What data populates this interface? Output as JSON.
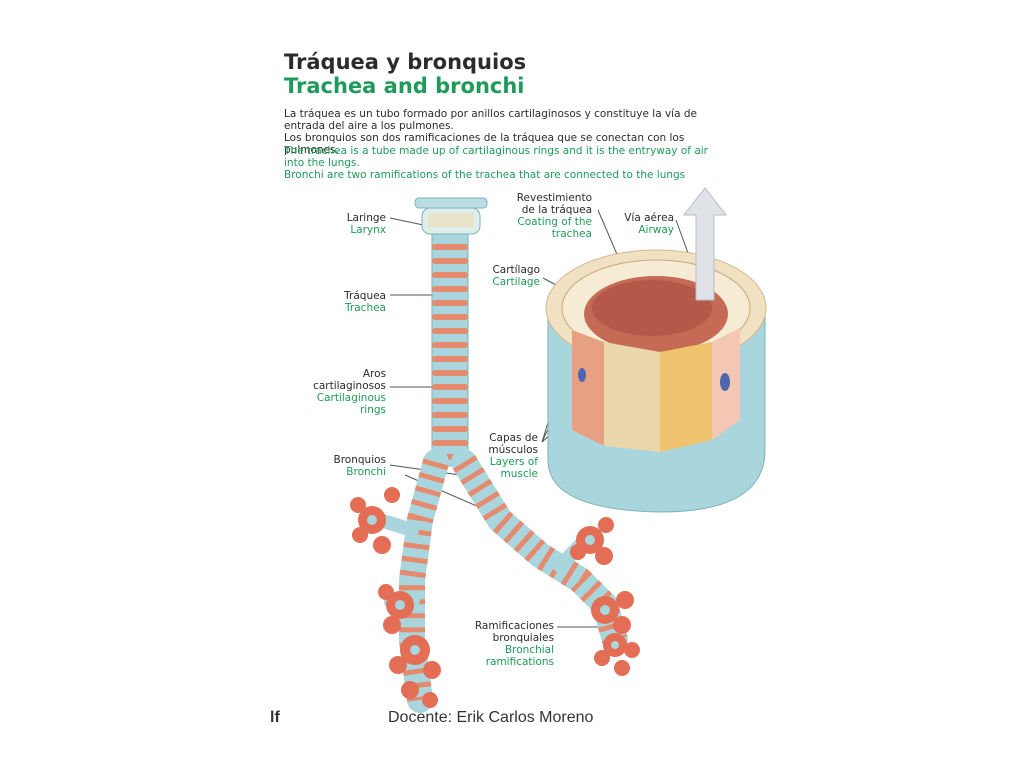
{
  "title_es": "Tráquea y bronquios",
  "title_en": "Trachea and bronchi",
  "intro": {
    "es_1": "La tráquea es un tubo formado por anillos cartilaginosos y constituye la vía de entrada del aire a los pulmones.",
    "es_2": "Los bronquios son dos ramificaciones de la tráquea que se conectan con los pulmones.",
    "en_1": "The trachea is a tube made up of cartilaginous rings and it is the entryway of air into the lungs.",
    "en_2": "Bronchi are two ramifications of the trachea that are connected to the lungs"
  },
  "labels": {
    "larynx": {
      "es": "Laringe",
      "en": "Larynx"
    },
    "trachea": {
      "es": "Tráquea",
      "en": "Trachea"
    },
    "rings": {
      "es_1": "Aros",
      "es_2": "cartilaginosos",
      "en_1": "Cartilaginous",
      "en_2": "rings"
    },
    "bronchi": {
      "es": "Bronquios",
      "en": "Bronchi"
    },
    "ramifications": {
      "es_1": "Ramificaciones",
      "es_2": "bronquiales",
      "en_1": "Bronchial",
      "en_2": "ramifications"
    },
    "coating": {
      "es_1": "Revestimiento",
      "es_2": "de la tráquea",
      "en_1": "Coating of the",
      "en_2": "trachea"
    },
    "airway": {
      "es": "Vía aérea",
      "en": "Airway"
    },
    "cartilage": {
      "es": "Cartílago",
      "en": "Cartilage"
    },
    "muscle": {
      "es_1": "Capas de",
      "es_2": "músculos",
      "en_1": "Layers of",
      "en_2": "muscle"
    }
  },
  "footer": {
    "mark": "lf",
    "text": "Docente: Erik Carlos Moreno"
  },
  "colors": {
    "tube": "#a9d6dc",
    "ring": "#e58a6f",
    "branch": "#e36e55",
    "accent_green": "#1f9a5a"
  }
}
